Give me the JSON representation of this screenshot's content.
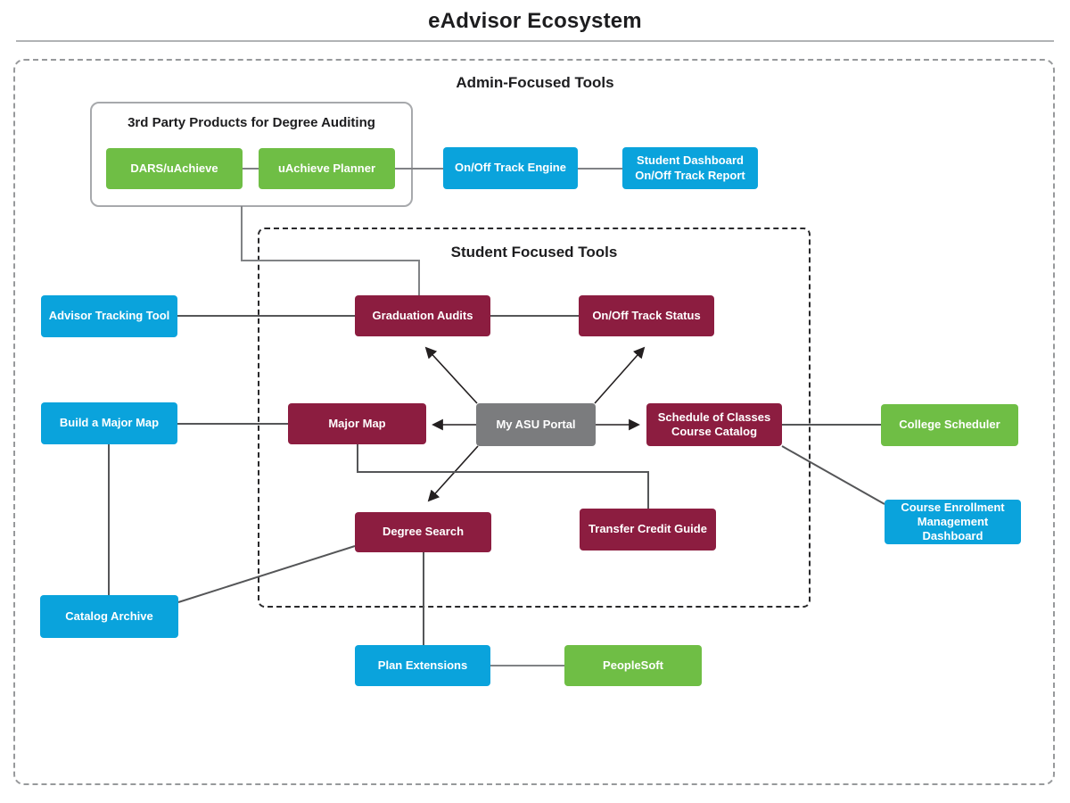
{
  "title": "eAdvisor Ecosystem",
  "colors": {
    "green": "#6FBE45",
    "blue": "#0AA3DC",
    "maroon": "#8C1D40",
    "gray": "#7B7C7E",
    "line": "#555658",
    "text_dark": "#1d1d1f"
  },
  "sections": {
    "admin": {
      "label": "Admin-Focused Tools"
    },
    "third_party": {
      "label": "3rd Party Products for Degree Auditing"
    },
    "student": {
      "label": "Student Focused Tools"
    }
  },
  "nodes": {
    "dars_uachieve": {
      "label": "DARS/uAchieve",
      "color": "green"
    },
    "uachieve_planner": {
      "label": "uAchieve Planner",
      "color": "green"
    },
    "on_off_track_engine": {
      "label": "On/Off Track Engine",
      "color": "blue"
    },
    "student_dashboard_report": {
      "label": "Student Dashboard\nOn/Off Track Report",
      "color": "blue"
    },
    "advisor_tracking_tool": {
      "label": "Advisor Tracking Tool",
      "color": "blue"
    },
    "graduation_audits": {
      "label": "Graduation Audits",
      "color": "maroon"
    },
    "on_off_track_status": {
      "label": "On/Off Track Status",
      "color": "maroon"
    },
    "build_a_major_map": {
      "label": "Build a Major Map",
      "color": "blue"
    },
    "major_map": {
      "label": "Major Map",
      "color": "maroon"
    },
    "my_asu_portal": {
      "label": "My ASU Portal",
      "color": "gray"
    },
    "schedule_of_classes": {
      "label": "Schedule of Classes\nCourse Catalog",
      "color": "maroon"
    },
    "college_scheduler": {
      "label": "College Scheduler",
      "color": "green"
    },
    "course_enrollment_mgmt_dashboard": {
      "label": "Course Enrollment\nManagement\nDashboard",
      "color": "blue"
    },
    "degree_search": {
      "label": "Degree Search",
      "color": "maroon"
    },
    "transfer_credit_guide": {
      "label": "Transfer Credit Guide",
      "color": "maroon"
    },
    "catalog_archive": {
      "label": "Catalog Archive",
      "color": "blue"
    },
    "plan_extensions": {
      "label": "Plan Extensions",
      "color": "blue"
    },
    "peoplesoft": {
      "label": "PeopleSoft",
      "color": "green"
    }
  },
  "edges": [
    {
      "from": "dars_uachieve",
      "to": "uachieve_planner",
      "arrow": false
    },
    {
      "from": "uachieve_planner",
      "to": "on_off_track_engine",
      "arrow": false
    },
    {
      "from": "on_off_track_engine",
      "to": "student_dashboard_report",
      "arrow": false
    },
    {
      "from": "third_party_box",
      "to": "graduation_audits",
      "arrow": false
    },
    {
      "from": "advisor_tracking_tool",
      "to": "graduation_audits",
      "arrow": false
    },
    {
      "from": "graduation_audits",
      "to": "on_off_track_status",
      "arrow": false
    },
    {
      "from": "build_a_major_map",
      "to": "major_map",
      "arrow": false
    },
    {
      "from": "my_asu_portal",
      "to": "major_map",
      "arrow": true
    },
    {
      "from": "my_asu_portal",
      "to": "schedule_of_classes",
      "arrow": true
    },
    {
      "from": "my_asu_portal",
      "to": "graduation_audits",
      "arrow": true
    },
    {
      "from": "my_asu_portal",
      "to": "on_off_track_status",
      "arrow": true
    },
    {
      "from": "my_asu_portal",
      "to": "degree_search",
      "arrow": true
    },
    {
      "from": "major_map",
      "to": "transfer_credit_guide",
      "arrow": false
    },
    {
      "from": "schedule_of_classes",
      "to": "college_scheduler",
      "arrow": false
    },
    {
      "from": "schedule_of_classes",
      "to": "course_enrollment_mgmt_dashboard",
      "arrow": false
    },
    {
      "from": "build_a_major_map",
      "to": "catalog_archive",
      "arrow": false
    },
    {
      "from": "catalog_archive",
      "to": "degree_search",
      "arrow": false
    },
    {
      "from": "degree_search",
      "to": "plan_extensions",
      "arrow": false
    },
    {
      "from": "plan_extensions",
      "to": "peoplesoft",
      "arrow": false
    }
  ]
}
